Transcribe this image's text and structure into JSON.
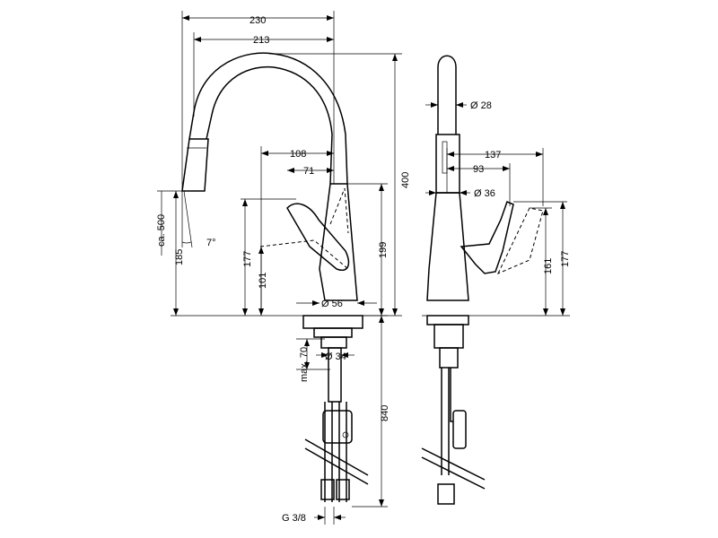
{
  "colors": {
    "line": "#000000",
    "background": "#ffffff"
  },
  "front_view": {
    "dim_total_width": "230",
    "dim_spout_reach": "213",
    "dim_lever_reach": "108",
    "dim_lever_offset": "71",
    "dim_height_total": "400",
    "dim_height_lever_top": "177",
    "dim_height_lever_base": "101",
    "dim_height_spout_tip": "199",
    "dim_spray_extension": "ca. 500",
    "dim_spray_height": "185",
    "dim_spray_angle": "7°",
    "dim_base_diameter": "Ø 56",
    "dim_shank_diameter": "Ø 34",
    "dim_max_deck": "max. 70",
    "dim_hose_length": "840",
    "dim_thread": "G 3/8"
  },
  "side_view": {
    "dim_spout_diameter": "Ø 28",
    "dim_lever_reach": "137",
    "dim_lever_offset": "93",
    "dim_body_diameter": "Ø 36",
    "dim_lever_height": "161",
    "dim_lever_height_max": "177"
  }
}
